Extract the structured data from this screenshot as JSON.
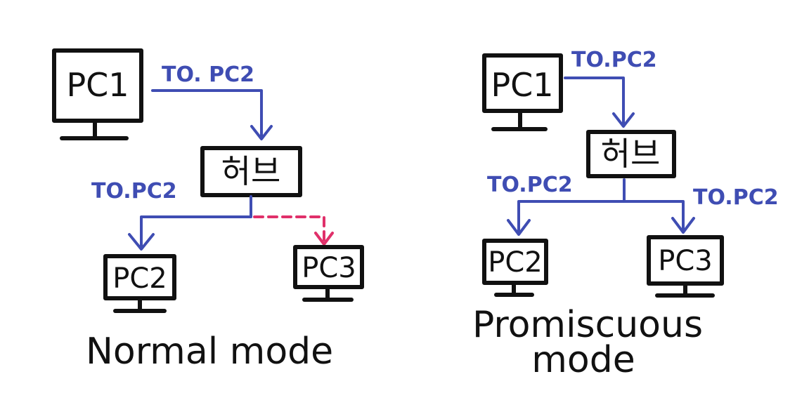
{
  "colors": {
    "ink": "#111111",
    "flow": "#3f4db3",
    "blocked": "#e0306a"
  },
  "normal": {
    "pc1": "PC1",
    "hub": "허브",
    "pc2": "PC2",
    "pc3": "PC3",
    "label_top": "TO. PC2",
    "label_left": "TO.PC2",
    "caption": "Normal mode"
  },
  "promiscuous": {
    "pc1": "PC1",
    "hub": "허브",
    "pc2": "PC2",
    "pc3": "PC3",
    "label_top": "TO.PC2",
    "label_left": "TO.PC2",
    "label_right": "TO.PC2",
    "caption_line1": "Promiscuous",
    "caption_line2": "mode"
  }
}
